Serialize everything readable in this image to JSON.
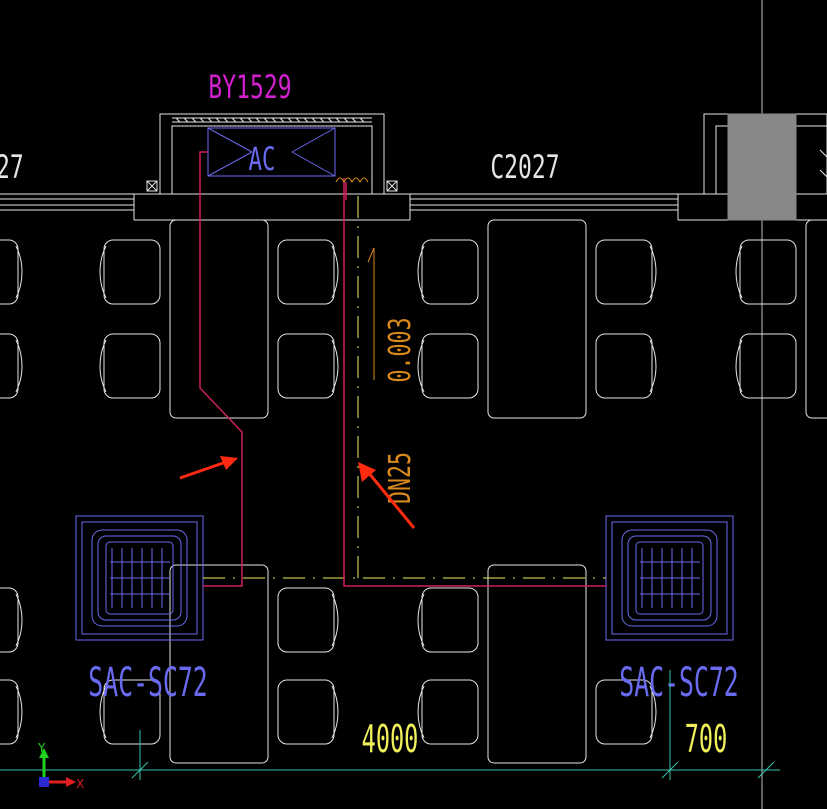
{
  "labels": {
    "window_tag": "BY1529",
    "ac_unit": "AC",
    "window_left": "27",
    "window_right": "C2027",
    "slope": "0.003",
    "pipe_size": "DN25",
    "unit_left": "SAC-SC72",
    "unit_right": "SAC-SC72",
    "dim_4000": "4000",
    "dim_700": "700",
    "axis_y": "Y",
    "axis_x": "X"
  },
  "colors": {
    "background": "#000000",
    "magenta": "#d21fcf",
    "white": "#e6e6e6",
    "blue": "#6a6af0",
    "orange": "#d98a1c",
    "yellow": "#f0f05a",
    "teal": "#36c6b0",
    "pipe": "#d0205a",
    "arrow": "#ff2a10",
    "gray_column": "#888888"
  }
}
